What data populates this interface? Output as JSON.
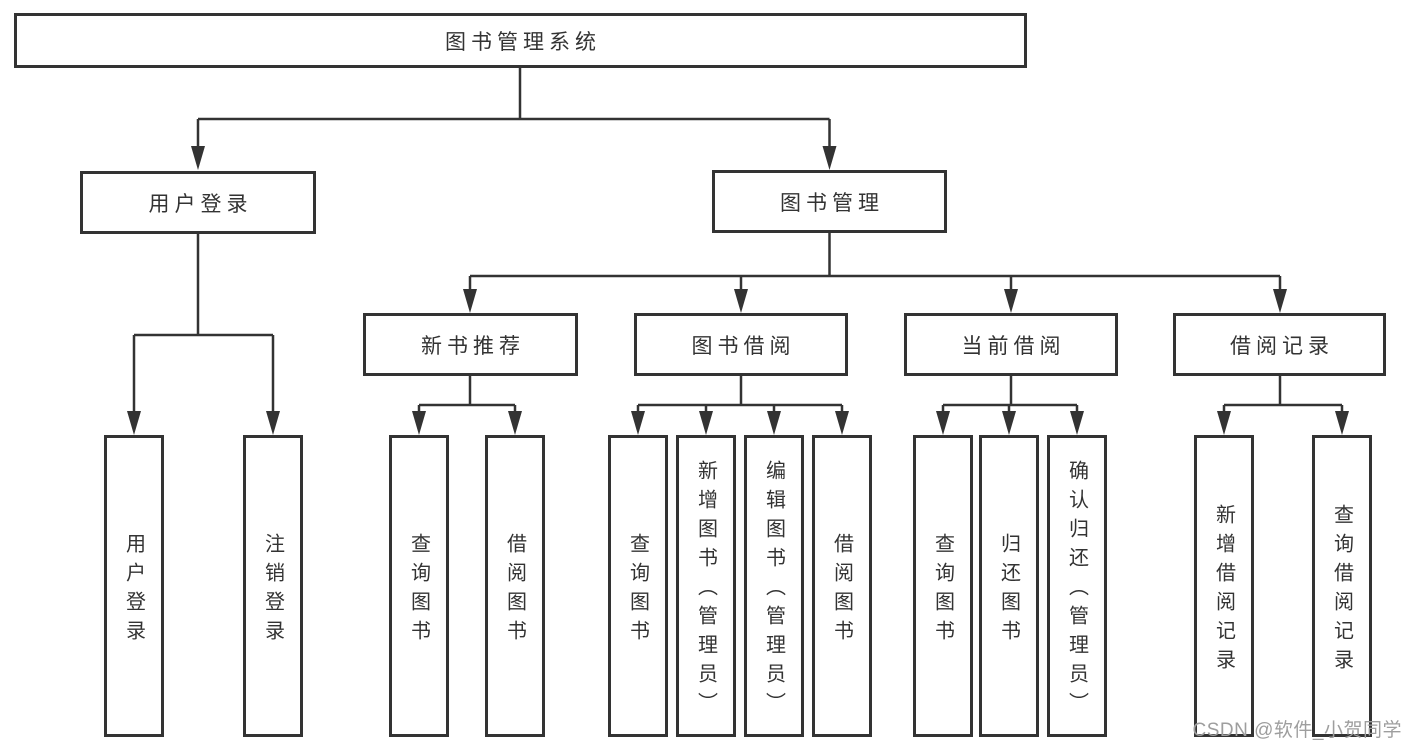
{
  "colors": {
    "line": "#333333",
    "text": "#333333",
    "watermark": "#9e9e9e",
    "box_background": "#ffffff",
    "background": "#ffffff"
  },
  "tree": {
    "root": {
      "label": "图书管理系统"
    },
    "branches": [
      {
        "label": "用户登录",
        "children": [
          {
            "label": "用户登录"
          },
          {
            "label": "注销登录"
          }
        ]
      },
      {
        "label": "图书管理",
        "groups": [
          {
            "label": "新书推荐",
            "children": [
              {
                "label": "查询图书"
              },
              {
                "label": "借阅图书"
              }
            ]
          },
          {
            "label": "图书借阅",
            "children": [
              {
                "label": "查询图书"
              },
              {
                "label": "新增图书（管理员）"
              },
              {
                "label": "编辑图书（管理员）"
              },
              {
                "label": "借阅图书"
              }
            ]
          },
          {
            "label": "当前借阅",
            "children": [
              {
                "label": "查询图书"
              },
              {
                "label": "归还图书"
              },
              {
                "label": "确认归还（管理员）"
              }
            ]
          },
          {
            "label": "借阅记录",
            "children": [
              {
                "label": "新增借阅记录"
              },
              {
                "label": "查询借阅记录"
              }
            ]
          }
        ]
      }
    ]
  },
  "watermark": {
    "text": "CSDN @软件_小贺同学"
  }
}
